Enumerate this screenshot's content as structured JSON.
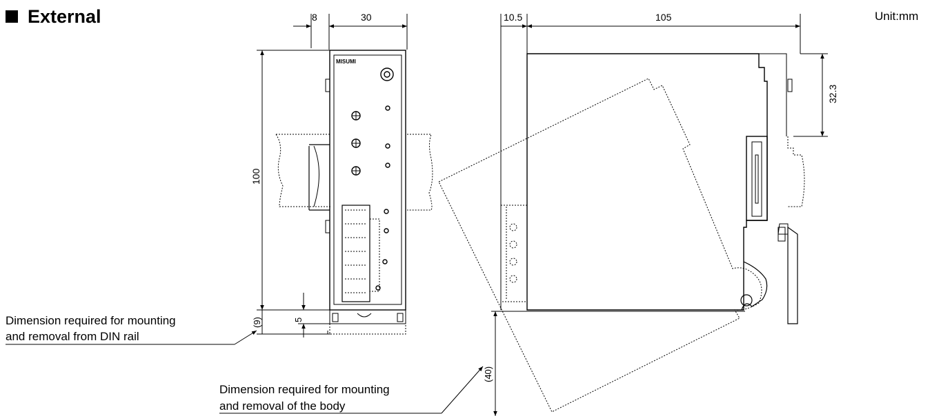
{
  "heading": {
    "text": "External"
  },
  "unit": {
    "text": "Unit:mm"
  },
  "notes": {
    "din_rail_line1": "Dimension required for mounting",
    "din_rail_line2": "and removal from DIN rail",
    "body_line1": "Dimension required for mounting",
    "body_line2": "and removal of the body"
  },
  "front_view": {
    "dim_width_top": "8",
    "dim_width_main": "30",
    "dim_height": "100",
    "dim_bottom_small": "5",
    "dim_bottom_clear": "(9)",
    "label_brand": "MISUMI"
  },
  "side_view": {
    "dim_left": "10.5",
    "dim_length": "105",
    "dim_right_height": "32.3",
    "dim_bottom_clear": "(40)"
  }
}
